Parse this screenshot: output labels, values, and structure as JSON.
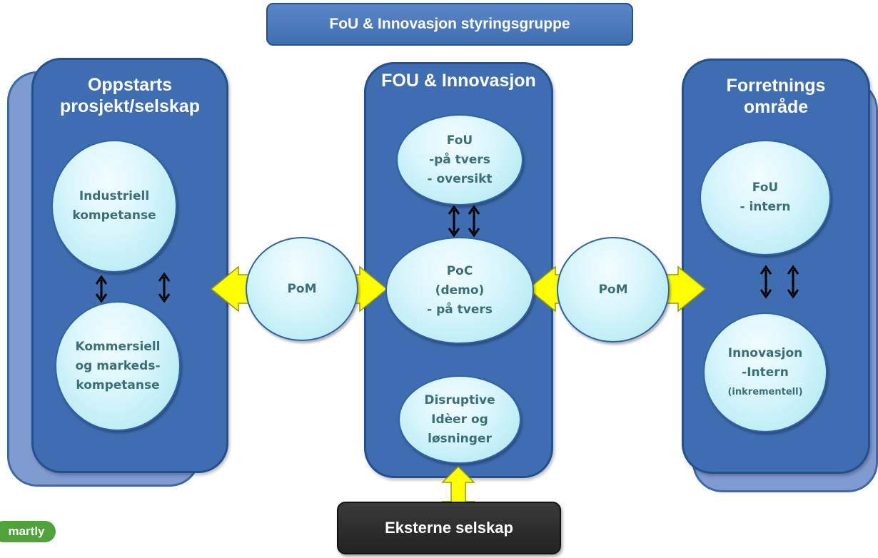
{
  "header": {
    "title": "FoU & Innovasjon styringsgruppe"
  },
  "left_panel": {
    "title": "Oppstarts\nprosjekt/selskap",
    "bubble_top": "Industriell\nkompetanse",
    "bubble_bottom": "Kommersiell\nog markeds-\nkompetanse"
  },
  "center_panel": {
    "title": "FOU & Innovasjon",
    "bubble_top": "FoU\n-på tvers\n- oversikt",
    "bubble_middle": "PoC\n(demo)\n- på tvers",
    "bubble_bottom": "Disruptive\nIdèer og\nløsninger"
  },
  "right_panel": {
    "title": "Forretnings\nområde",
    "bubble_top": "FoU\n- intern",
    "bubble_bottom_main": "Innovasjon\n-Intern",
    "bubble_bottom_sub": "(inkrementell)"
  },
  "connectors": {
    "left_pom": "PoM",
    "right_pom": "PoM"
  },
  "external": {
    "label": "Eksterne selskap"
  },
  "logo": {
    "text": "martly"
  },
  "colors": {
    "panel_blue": "#3f6db2",
    "bubble_light": "#d6f5fb",
    "arrow_yellow": "#ffff00",
    "external_dark": "#2b2b2b",
    "logo_green": "#4fa33a"
  }
}
